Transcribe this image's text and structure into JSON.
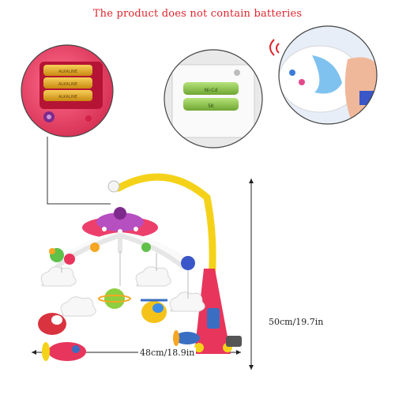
{
  "headline": "The product does not contain batteries",
  "dimensions": {
    "width_label": "48cm/18.9in",
    "height_label": "50cm/19.7in"
  },
  "colors": {
    "headline": "#e0242c",
    "toy_pink": "#e8355c",
    "battery_gold": "#e5a81d",
    "battery_green": "#8bc34a"
  },
  "battery_labels": {
    "left": "ALKALINE",
    "right_line1": "Ni-Cd",
    "right_line2": "5K"
  }
}
